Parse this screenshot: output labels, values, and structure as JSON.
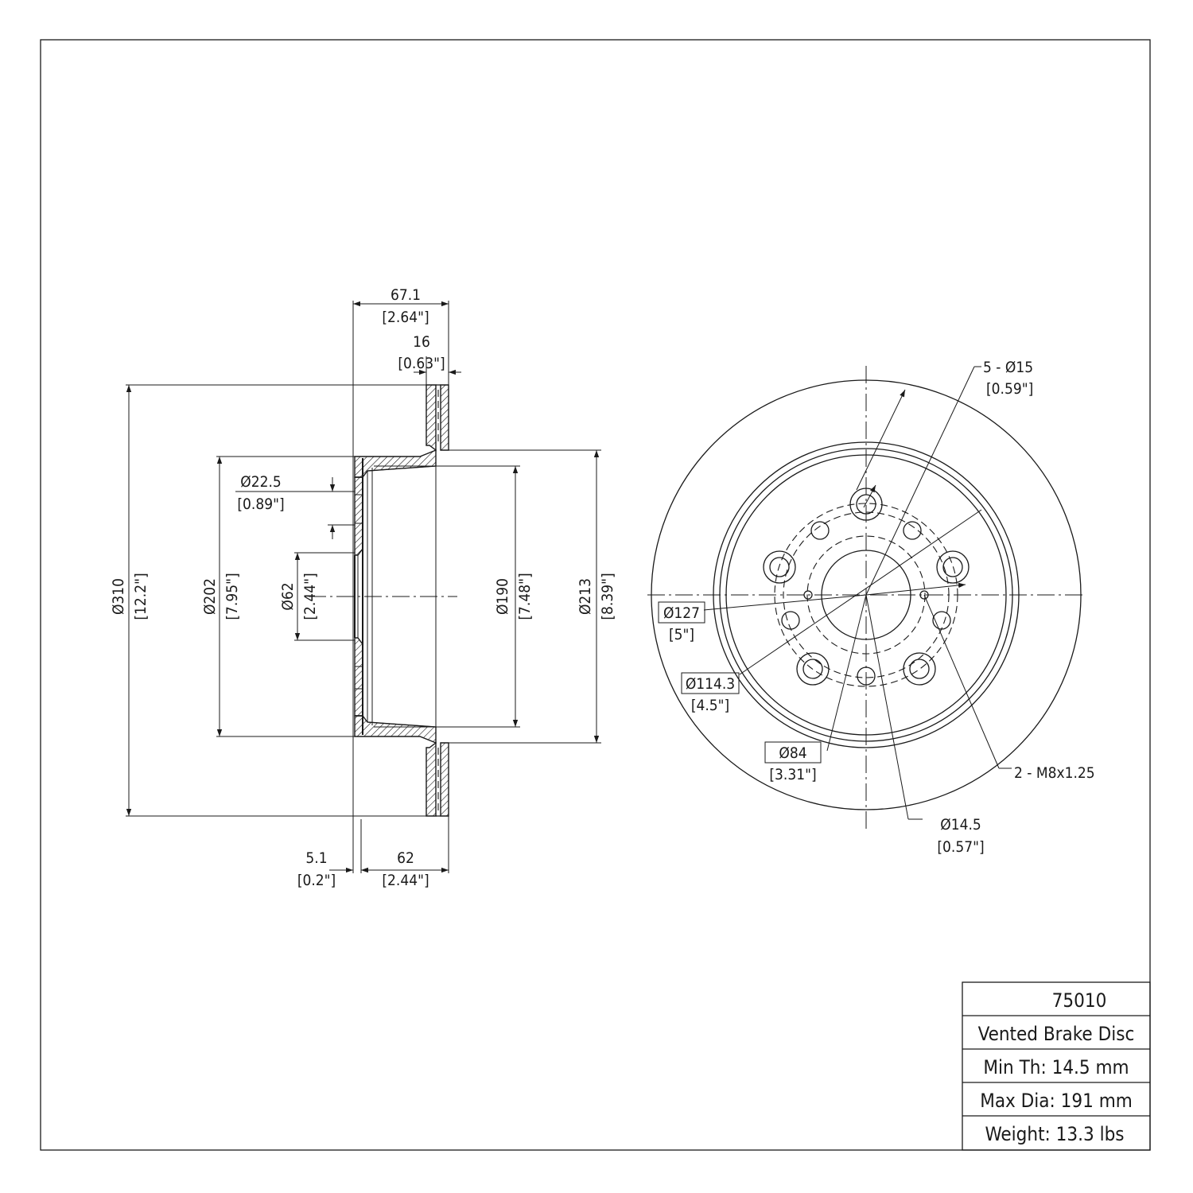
{
  "side_view": {
    "overall_width": {
      "mm": "67.1",
      "in": "[2.64\"]"
    },
    "rotor_thickness": {
      "mm": "16",
      "in": "[0.63\"]"
    },
    "hub_hole": {
      "mm": "Ø22.5",
      "in": "[0.89\"]"
    },
    "outer_diameter": {
      "mm": "Ø310",
      "in": "[12.2\"]"
    },
    "hat_outer_diameter": {
      "mm": "Ø202",
      "in": "[7.95\"]"
    },
    "center_bore": {
      "mm": "Ø62",
      "in": "[2.44\"]"
    },
    "hat_inner_diameter": {
      "mm": "Ø190",
      "in": "[7.48\"]"
    },
    "inner_friction_diameter": {
      "mm": "Ø213",
      "in": "[8.39\"]"
    },
    "mounting_face": {
      "mm": "5.1",
      "in": "[0.2\"]"
    },
    "hat_depth": {
      "mm": "62",
      "in": "[2.44\"]"
    }
  },
  "front_view": {
    "bolt_holes": {
      "mm": "5 - Ø15",
      "in": "[0.59\"]"
    },
    "pcd_127": {
      "mm": "Ø127",
      "in": "[5\"]"
    },
    "pcd_114": {
      "mm": "Ø114.3",
      "in": "[4.5\"]"
    },
    "hub_diameter": {
      "mm": "Ø84",
      "in": "[3.31\"]"
    },
    "threaded_holes": {
      "mm": "2 - M8x1.25"
    },
    "lug_holes": {
      "mm": "Ø14.5",
      "in": "[0.57\"]"
    }
  },
  "title_block": {
    "part_number": "75010",
    "description": "Vented Brake Disc",
    "min_thickness": "Min Th: 14.5 mm",
    "max_diameter": "Max Dia: 191 mm",
    "weight": "Weight: 13.3 lbs"
  }
}
